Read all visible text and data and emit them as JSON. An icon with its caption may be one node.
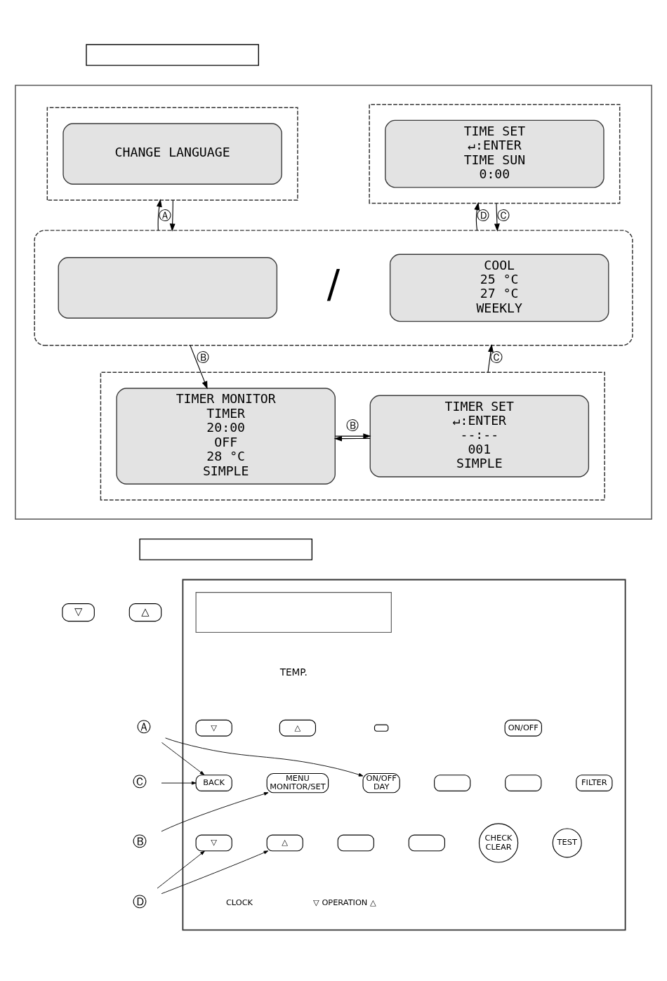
{
  "diagram": {
    "nodes": [
      {
        "text": [],
        "shape": "box"
      },
      {
        "text": [],
        "shape": "box"
      },
      {
        "text": [],
        "shape": "box",
        "in": 1
      },
      {
        "text": [
          "CHANGE LANGUAGE"
        ],
        "in": 2
      },
      {
        "text": [],
        "shape": "box",
        "in": 1
      },
      {
        "text": [
          "TIME SET",
          "↵:ENTER",
          "TIME SUN",
          "0:00"
        ],
        "in": 4
      },
      {
        "text": [],
        "shape": "ellipse",
        "in": 1
      },
      {
        "text": [],
        "shape": "box",
        "in": 6
      },
      {
        "text": [
          "COOL",
          "25 °C",
          "27 °C",
          "WEEKLY"
        ],
        "in": 6
      },
      {
        "text": [],
        "shape": "box",
        "in": 1
      },
      {
        "text": [
          "TIMER MONITOR",
          "TIMER",
          "20:00",
          "OFF",
          "28 °C",
          "SIMPLE"
        ],
        "in": 9
      },
      {
        "text": [
          "TIMER SET",
          "↵:ENTER",
          "--:--",
          "001",
          "SIMPLE"
        ],
        "in": 9
      },
      {
        "text": [],
        "shape": "box"
      },
      {
        "text": [
          "▽"
        ]
      },
      {
        "text": [
          "△"
        ]
      },
      {
        "text": [],
        "shape": "box"
      },
      {
        "text": [],
        "shape": "box",
        "in": 15
      },
      {
        "text": [
          "▽"
        ],
        "in": 15
      },
      {
        "text": [
          "△"
        ],
        "in": 15
      },
      {
        "text": [],
        "shape": "box",
        "in": 15
      },
      {
        "text": [
          "ON/OFF"
        ],
        "in": 15
      },
      {
        "text": [
          "BACK"
        ],
        "in": 15
      },
      {
        "text": [
          "MENU",
          "MONITOR/SET"
        ],
        "in": 15
      },
      {
        "text": [
          "ON/OFF",
          "DAY"
        ],
        "in": 15
      },
      {
        "text": [],
        "shape": "box",
        "in": 15
      },
      {
        "text": [],
        "shape": "box",
        "in": 15
      },
      {
        "text": [
          "FILTER"
        ],
        "in": 15
      },
      {
        "text": [
          "▽"
        ],
        "in": 15
      },
      {
        "text": [
          "△"
        ],
        "in": 15
      },
      {
        "text": [],
        "shape": "box",
        "in": 15
      },
      {
        "text": [],
        "shape": "box",
        "in": 15
      },
      {
        "text": [
          "CHECK",
          "CLEAR"
        ],
        "in": 15
      },
      {
        "text": [
          "TEST"
        ],
        "in": 15
      },
      {
        "text": [
          "Ⓐ"
        ]
      },
      {
        "text": [
          "Ⓒ"
        ]
      },
      {
        "text": [
          "Ⓑ"
        ]
      },
      {
        "text": [
          "Ⓓ"
        ]
      }
    ],
    "edges": [
      {
        "from": 6,
        "to": 2,
        "arrow": "to",
        "label": "Ⓐ"
      },
      {
        "from": 2,
        "to": 6,
        "arrow": "to"
      },
      {
        "from": 6,
        "to": 4,
        "arrow": "to",
        "label": "Ⓓ"
      },
      {
        "from": 4,
        "to": 6,
        "arrow": "to",
        "label": "Ⓒ"
      },
      {
        "from": 6,
        "to": 10,
        "arrow": "to",
        "label": "Ⓑ"
      },
      {
        "from": 9,
        "to": 6,
        "arrow": "to",
        "label": "Ⓒ"
      },
      {
        "from": 10,
        "to": 11,
        "arrow": "to",
        "label": "Ⓑ"
      },
      {
        "from": 11,
        "to": 10,
        "arrow": "to"
      },
      {
        "from": 33,
        "to": 21,
        "arrow": "to"
      },
      {
        "from": 33,
        "to": 23,
        "arrow": "to"
      },
      {
        "from": 34,
        "to": 21,
        "arrow": "to"
      },
      {
        "from": 35,
        "to": 22,
        "arrow": "to"
      },
      {
        "from": 36,
        "to": 27,
        "arrow": "to"
      },
      {
        "from": 36,
        "to": 28,
        "arrow": "to"
      }
    ],
    "labels": [
      "/",
      "TEMP.",
      "CLOCK",
      "▽ OPERATION △"
    ]
  }
}
